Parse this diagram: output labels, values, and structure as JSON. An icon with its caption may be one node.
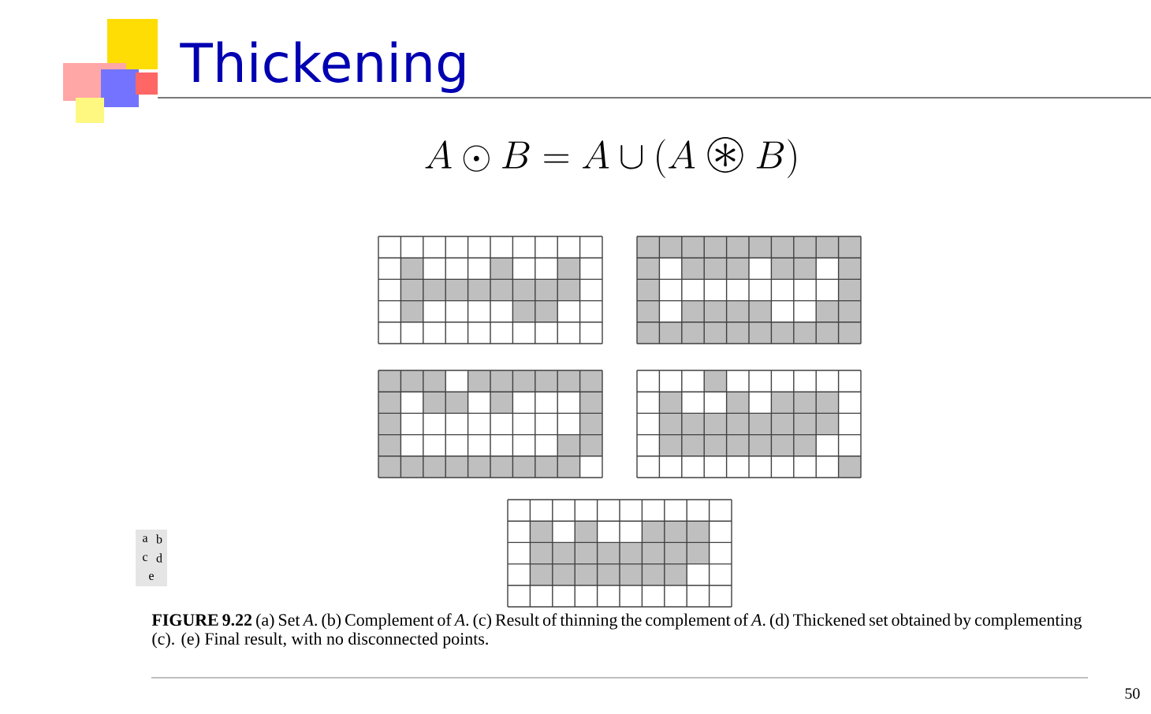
{
  "diagram": {
    "title": "Thickening",
    "caption": "**FIGURE 9.22** (a) Set *A*. (b) Complement of *A*. (c) Result of thinning the complement of *A*. (d) Thickened set obtained by complementing (c). (e) Final result, with no disconnected points.",
    "labels": [
      "A \\odot B = A \\cup (A \\circledast B)",
      "a",
      "b",
      "c",
      "d",
      "e",
      "50"
    ]
  }
}
